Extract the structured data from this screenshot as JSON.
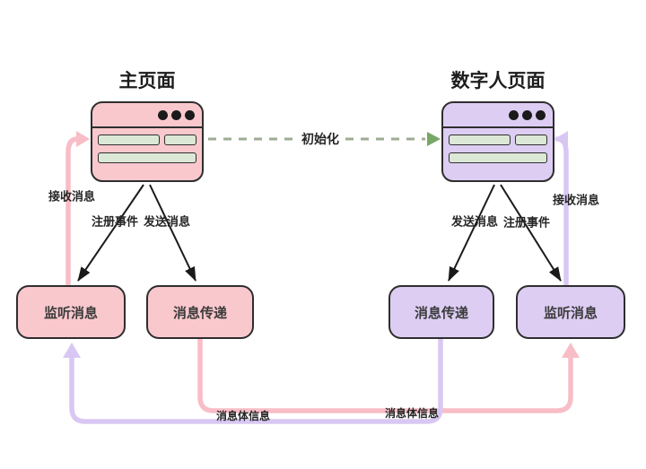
{
  "pages": {
    "left": {
      "title": "主页面"
    },
    "right": {
      "title": "数字人页面"
    }
  },
  "nodes": {
    "left_listen": "监听消息",
    "left_pass": "消息传递",
    "right_pass": "消息传递",
    "right_listen": "监听消息"
  },
  "edges": {
    "init": "初始化",
    "receive_left": "接收消息",
    "register_left": "注册事件",
    "send_left": "发送消息",
    "send_right": "发送消息",
    "register_right": "注册事件",
    "receive_right": "接收消息",
    "body_left": "消息体信息",
    "body_right": "消息体信息"
  },
  "colors": {
    "pink_fill": "#f9c8cd",
    "purple_fill": "#ddcdf3",
    "green_bar": "#dce8d6",
    "outline": "#2e2e2e",
    "pink_line": "#f8bdc6",
    "purple_line": "#d9c7f3",
    "dash_green": "#9dac92",
    "arrow_green": "#78a767",
    "black_arrow": "#1a1a1a"
  }
}
